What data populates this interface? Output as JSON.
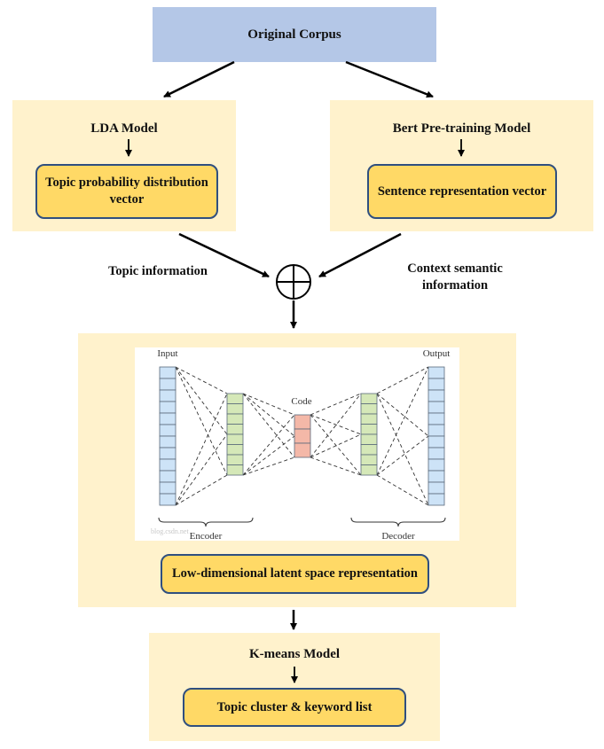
{
  "original_corpus": {
    "label": "Original Corpus",
    "color": "#b4c7e7"
  },
  "lda": {
    "title": "LDA Model",
    "output": "Topic probability distribution vector",
    "side_label": "Topic information"
  },
  "bert": {
    "title": "Bert Pre-training Model",
    "output": "Sentence representation vector",
    "side_label": "Context semantic information"
  },
  "fusion": {
    "symbol": "circle-plus"
  },
  "autoencoder": {
    "input_label": "Input",
    "output_label": "Output",
    "code_label": "Code",
    "encoder_label": "Encoder",
    "decoder_label": "Decoder",
    "watermark": "blog.csdn.net",
    "layers": [
      {
        "name": "input",
        "units": 12,
        "color": "#cde3f7"
      },
      {
        "name": "encoder-hidden",
        "units": 8,
        "color": "#d5e8b8"
      },
      {
        "name": "code",
        "units": 3,
        "color": "#f4b8a8"
      },
      {
        "name": "decoder-hidden",
        "units": 8,
        "color": "#d5e8b8"
      },
      {
        "name": "output",
        "units": 12,
        "color": "#cde3f7"
      }
    ],
    "output": "Low-dimensional latent space representation"
  },
  "kmeans": {
    "title": "K-means Model",
    "output": "Topic cluster & keyword list"
  },
  "colors": {
    "panel": "#fff2cc",
    "pill": "#ffd966",
    "pill_border": "#2f4f7f",
    "arrow": "#000000"
  }
}
